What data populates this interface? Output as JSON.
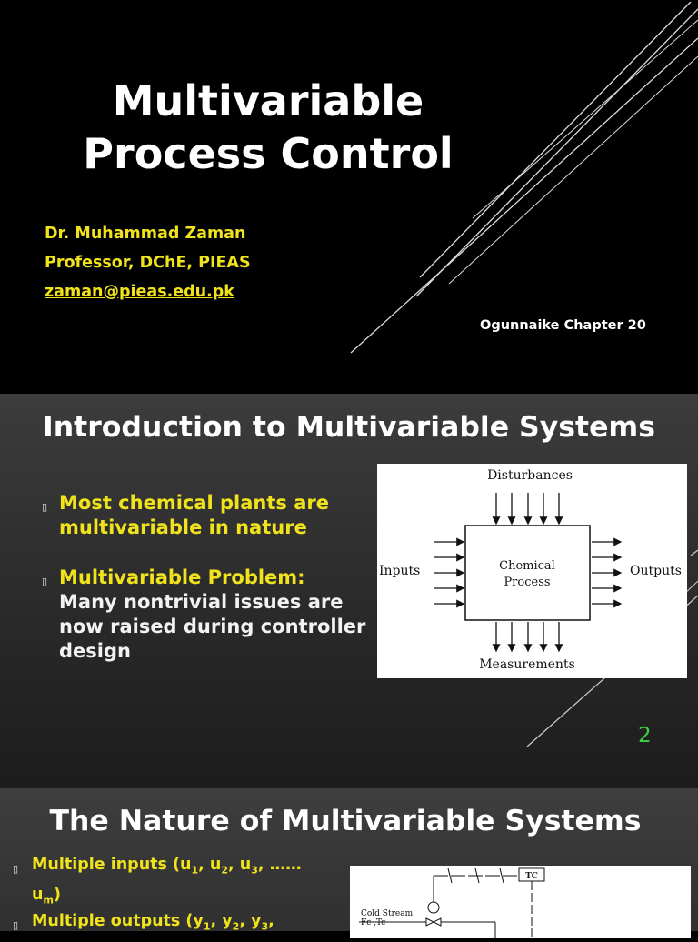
{
  "slide1": {
    "title_line1": "Multivariable",
    "title_line2": "Process Control",
    "author_name": "Dr. Muhammad Zaman",
    "author_position": "Professor, DChE, PIEAS",
    "author_email": "zaman@pieas.edu.pk",
    "reference": "Ogunnaike Chapter 20"
  },
  "slide2": {
    "title": "Introduction to Multivariable Systems",
    "bullet1": "Most chemical plants are multivariable in nature",
    "bullet2_heading": "Multivariable Problem:",
    "bullet2_body": "Many nontrivial issues are now raised during controller design",
    "figure": {
      "top_label": "Disturbances",
      "left_label": "Inputs",
      "center_line1": "Chemical",
      "center_line2": "Process",
      "right_label": "Outputs",
      "bottom_label": "Measurements"
    },
    "page_number": "2"
  },
  "slide3": {
    "title": "The Nature of Multivariable Systems",
    "bullet1": {
      "prefix": "Multiple inputs (u",
      "s1": "1",
      "m1": ", u",
      "s2": "2",
      "m2": ", u",
      "s3": "3",
      "m3": ", ……u",
      "s4": "m",
      "suffix": ")"
    },
    "bullet2": {
      "prefix": "Multiple outputs (y",
      "s1": "1",
      "m1": ", y",
      "s2": "2",
      "m2": ", y",
      "s3": "3",
      "suffix": ","
    },
    "figure": {
      "controller_label": "TC",
      "stream_line1": "Cold Stream",
      "stream_line2": "Fc ,Tc"
    }
  },
  "colors": {
    "accent_yellow": "#f0e31c",
    "page_number_green": "#3ecf3e",
    "text_white": "#ffffff"
  }
}
